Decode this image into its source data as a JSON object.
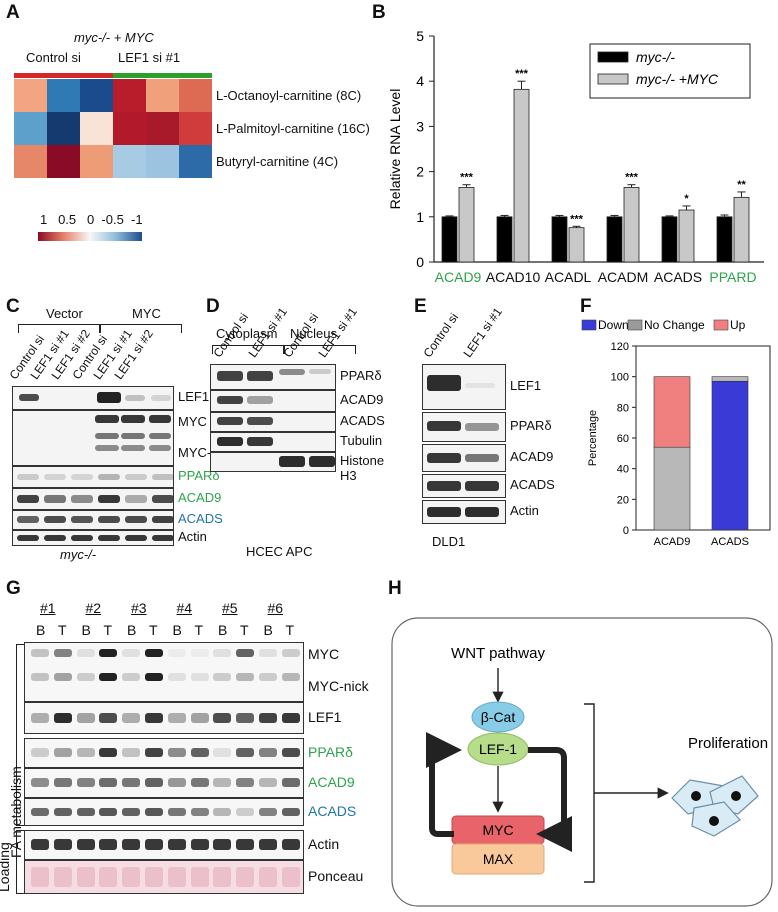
{
  "panels": {
    "a": "A",
    "b": "B",
    "c": "C",
    "d": "D",
    "e": "E",
    "f": "F",
    "g": "G",
    "h": "H"
  },
  "panel_a": {
    "top_title": "myc-/- + MYC",
    "control": "Control si",
    "lef1": "LEF1 si #1",
    "rows": [
      "L-Octanoyl-carnitine (8C)",
      "L-Palmitoyl-carnitine (16C)",
      "Butyryl-carnitine (4C)"
    ],
    "colors": [
      [
        "#f3a583",
        "#2f79b5",
        "#1a4b8c",
        "#b91c2b",
        "#f0a07a",
        "#dd6a53"
      ],
      [
        "#5da0cc",
        "#143a6f",
        "#f9e3d6",
        "#b21a2c",
        "#a81a2a",
        "#d03b3b"
      ],
      [
        "#e7876a",
        "#8a0b25",
        "#ee9b78",
        "#a6cbe3",
        "#9cc4e0",
        "#2c6aa8"
      ]
    ],
    "legend_labels": "1   0.5   0  -0.5  -1",
    "legend_colors": {
      "high": "#8b0a25",
      "mid": "#f7f7f7",
      "low": "#1a4d8f"
    },
    "group_colors": {
      "control": "#d62728",
      "lef1": "#2ca02c"
    }
  },
  "chart_data": {
    "type": "bar",
    "ylabel": "Relative RNA Level",
    "ylim": [
      0,
      5
    ],
    "yticks": [
      "0",
      "1",
      "2",
      "3",
      "4",
      "5"
    ],
    "categories": [
      "ACAD9",
      "ACAD10",
      "ACADL",
      "ACADM",
      "ACADS",
      "PPARD"
    ],
    "category_green": [
      true,
      false,
      false,
      false,
      false,
      true
    ],
    "series": [
      {
        "name": "myc-/-",
        "values": [
          1.0,
          1.0,
          1.0,
          1.0,
          1.0,
          1.0
        ],
        "errors": [
          0.02,
          0.03,
          0.03,
          0.03,
          0.02,
          0.04
        ],
        "color": "#000000"
      },
      {
        "name": "myc-/- +MYC",
        "values": [
          1.65,
          3.82,
          0.76,
          1.65,
          1.15,
          1.43
        ],
        "errors": [
          0.06,
          0.18,
          0.03,
          0.06,
          0.09,
          0.12
        ],
        "color": "#c8c8c8"
      }
    ],
    "sig": [
      "***",
      "***",
      "***",
      "***",
      "*",
      "**"
    ]
  },
  "panel_c": {
    "vector": "Vector",
    "myc": "MYC",
    "lanes": [
      "Control si",
      "LEF1 si #1",
      "LEF1 si #2",
      "Control si",
      "LEF1 si #1",
      "LEF1 si #2"
    ],
    "labels": [
      "LEF1",
      "MYC",
      "MYC-nick",
      "PPARδ",
      "ACAD9",
      "ACADS",
      "Actin"
    ],
    "footer": "myc-/-"
  },
  "panel_d": {
    "cytoplasm": "Cytoplasm",
    "nucleus": "Nucleus",
    "lanes": [
      "Control si",
      "LEF1 si #1",
      "Control si",
      "LEF1 si #1"
    ],
    "labels": [
      "PPARδ",
      "ACAD9",
      "ACADS",
      "Tubulin",
      "Histone H3"
    ],
    "footer": "HCEC APC"
  },
  "panel_e": {
    "lanes": [
      "Control si",
      "LEF1 si #1"
    ],
    "labels": [
      "LEF1",
      "PPARδ",
      "ACAD9",
      "ACADS",
      "Actin"
    ],
    "footer": "DLD1"
  },
  "panel_f": {
    "type": "stacked-bar",
    "ylabel": "Percentage",
    "yticks": [
      "0",
      "20",
      "40",
      "60",
      "80",
      "100",
      "120"
    ],
    "categories": [
      "ACAD9",
      "ACADS"
    ],
    "legend": [
      {
        "name": "Down",
        "color": "#3a3ad6"
      },
      {
        "name": "No Change",
        "color": "#9a9a9a"
      },
      {
        "name": "Up",
        "color": "#f08080"
      }
    ],
    "stacks": [
      {
        "down": 0,
        "nochange": 54,
        "up": 46
      },
      {
        "down": 97,
        "nochange": 3,
        "up": 0
      }
    ]
  },
  "panel_g": {
    "samples": [
      "#1",
      "#2",
      "#3",
      "#4",
      "#5",
      "#6"
    ],
    "b": "B",
    "t": "T",
    "labels": [
      "MYC",
      "MYC-nick",
      "LEF1",
      "PPARδ",
      "ACAD9",
      "ACADS",
      "Actin",
      "Ponceau"
    ],
    "side_fa": "FA metabolism",
    "side_loading": "Loading"
  },
  "panel_h": {
    "wnt": "WNT pathway",
    "bcat": "β-Cat",
    "lef1": "LEF-1",
    "myc": "MYC",
    "max": "MAX",
    "prolif": "Proliferation"
  }
}
